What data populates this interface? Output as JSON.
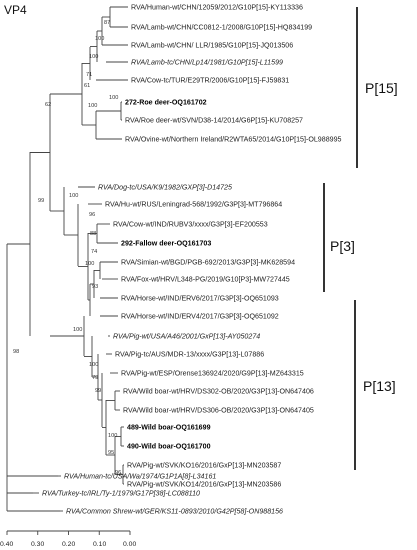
{
  "title": "VP4",
  "clades": [
    "P[15]",
    "P[3]",
    "P[13]"
  ],
  "scale_labels": [
    "0.40",
    "0.30",
    "0.20",
    "0.10",
    "0.00"
  ],
  "taxa": [
    {
      "label": "RVA/Human-wt/CHN/12059/2012/G10P[15]-KY113336",
      "style": "normal"
    },
    {
      "label": "RVA/Lamb-wt/CHN/CC0812-1/2008/G10P[15]-HQ834199",
      "style": "normal"
    },
    {
      "label": "RVA/Lamb-wt/CHN/ LLR/1985/G10P[15]-JQ013506",
      "style": "normal"
    },
    {
      "label": "RVA/Lamb-tc/CHN/Lp14/1981/G10P[15]-L11599",
      "style": "italic"
    },
    {
      "label": "RVA/Cow-tc/TUR/E29TR/2006/G10P[15]-FJ59831",
      "style": "normal"
    },
    {
      "label": "272-Roe deer-OQ161702",
      "style": "bold"
    },
    {
      "label": "RVA/Roe deer-wt/SVN/D38-14/2014/G6P[15]-KU708257",
      "style": "normal"
    },
    {
      "label": "RVA/Ovine-wt/Northern Ireland/R2WTA65/2014/G10P[15]-OL988995",
      "style": "normal"
    },
    {
      "label": "RVA/Dog-tc/USA/K9/1982/GXP[3]-D14725",
      "style": "italic"
    },
    {
      "label": "RVA/Hu-wt/RUS/Leningrad-568/1992/G3P[3]-MT796864",
      "style": "normal"
    },
    {
      "label": "RVA/Cow-wt/IND/RUBV3/xxxx/G3P[3]-EF200553",
      "style": "normal"
    },
    {
      "label": "292-Fallow deer-OQ161703",
      "style": "bold"
    },
    {
      "label": "RVA/Simian-wt/BGD/PGB-692/2013/G3P[3]-MK628594",
      "style": "normal"
    },
    {
      "label": "RVA/Fox-wt/HRV/L348-PG/2019/G10[P3]-MW727445",
      "style": "normal"
    },
    {
      "label": "RVA/Horse-wt/IND/ERV6/2017/G3P[3]-OQ651093",
      "style": "normal"
    },
    {
      "label": "RVA/Horse-wt/IND/ERV4/2017/G3P[3]-OQ651092",
      "style": "normal"
    },
    {
      "label": "RVA/Pig-wt/USA/A46/2001/GxP[13]-AY050274",
      "style": "italic"
    },
    {
      "label": "RVA/Pig-tc/AUS/MDR-13/xxxx/G3P[13]-L07886",
      "style": "normal"
    },
    {
      "label": "RVA/Pig-wt/ESP/Orense136924/2020/G9P[13]-MZ643315",
      "style": "normal"
    },
    {
      "label": "RVA/Wild boar-wt/HRV/DS302-OB/2020/G3P[13]-ON647406",
      "style": "normal"
    },
    {
      "label": "RVA/Wild boar-wt/HRV/DS306-OB/2020/G3P[13]-ON647405",
      "style": "normal"
    },
    {
      "label": "489-Wild boar-OQ161699",
      "style": "bold"
    },
    {
      "label": "490-Wild boar-OQ161700",
      "style": "bold"
    },
    {
      "label": "RVA/Pig-wt/SVK/KO16/2016/GxP[13]-MN203587",
      "style": "normal"
    },
    {
      "label": "RVA/Pig-wt/SVK/KO14/2016/GxP[13]-MN203586",
      "style": "normal"
    },
    {
      "label": "RVA/Human-tc/USA/Wa/1974/G1P1A[8]-L34161",
      "style": "italic"
    },
    {
      "label": "RVA/Turkey-tc/IRL/Ty-1/1979/G17P[38]-LC088110",
      "style": "italic"
    },
    {
      "label": "RVA/Common   Shrew-wt/GER/KS11-0893/2010/G42P[58]-ON988156",
      "style": "italic"
    }
  ],
  "bootstrap": [
    "87",
    "100",
    "100",
    "71",
    "61",
    "100",
    "100",
    "62",
    "100",
    "96",
    "88",
    "74",
    "100",
    "93",
    "99",
    "100",
    "100",
    "79",
    "99",
    "100",
    "95",
    "96",
    "98"
  ]
}
